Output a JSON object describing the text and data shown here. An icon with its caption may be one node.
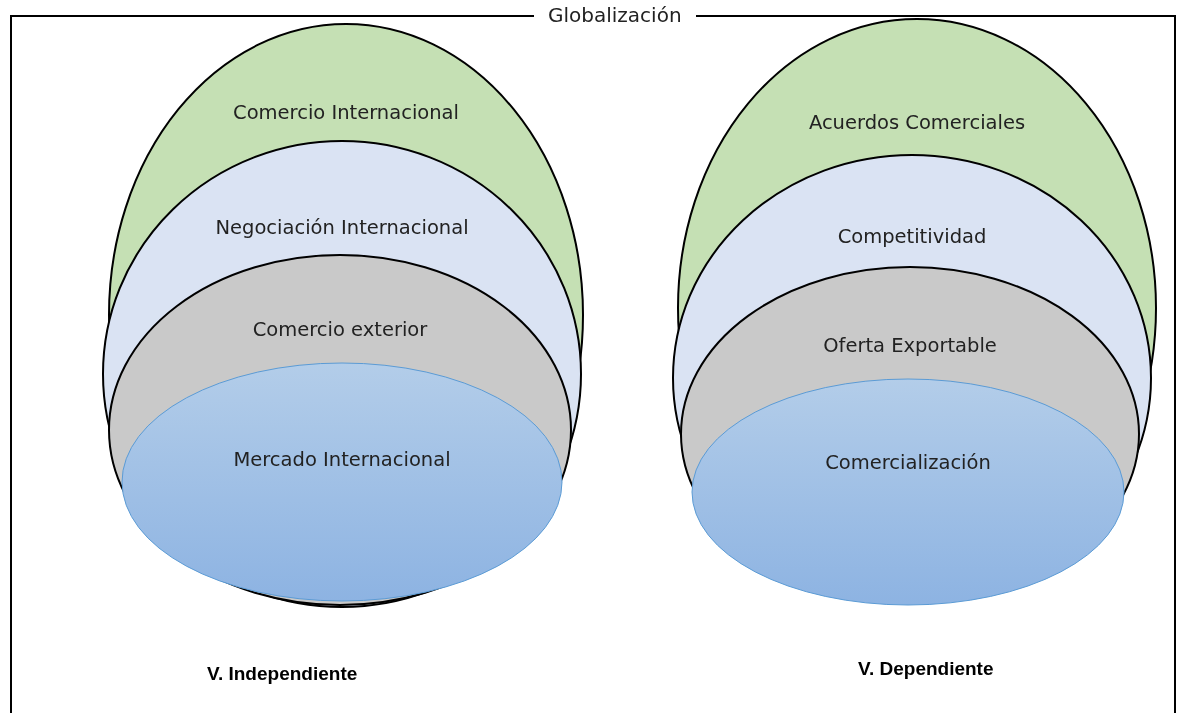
{
  "diagram": {
    "nodes": [
      {
        "text": [
          "Globalización"
        ]
      },
      {
        "text": [
          "Comercio Internacional"
        ],
        "in": 0
      },
      {
        "text": [
          "Negociación Internacional"
        ],
        "in": 1
      },
      {
        "text": [
          "Comercio exterior"
        ],
        "in": 2
      },
      {
        "text": [
          "Mercado Internacional"
        ],
        "in": 3
      },
      {
        "text": [
          "Acuerdos Comerciales"
        ],
        "in": 0
      },
      {
        "text": [
          "Competitividad"
        ],
        "in": 5
      },
      {
        "text": [
          "Oferta Exportable"
        ],
        "in": 6
      },
      {
        "text": [
          "Comercialización"
        ],
        "in": 7
      }
    ],
    "labels": [
      "V. Independiente",
      "V. Dependiente"
    ]
  }
}
